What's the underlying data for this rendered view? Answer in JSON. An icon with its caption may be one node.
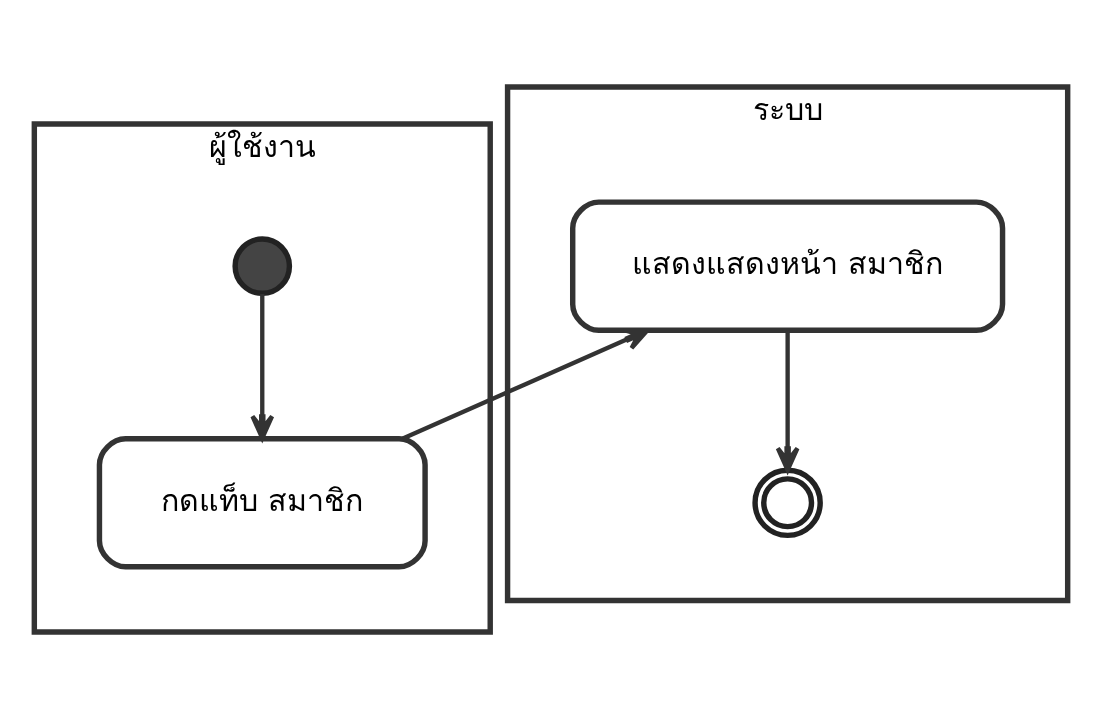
{
  "diagram": {
    "nodes": [
      {
        "text": [
          "ผู้ใช้งาน"
        ]
      },
      {
        "text": [],
        "shape": "circle",
        "in": 0
      },
      {
        "text": [
          "กดแท็บ สมาชิก"
        ],
        "in": 0
      },
      {
        "text": [
          "ระบบ"
        ]
      },
      {
        "text": [
          "แสดงแสดงหน้า สมาชิก"
        ],
        "in": 3
      },
      {
        "text": [],
        "shape": "circle",
        "in": 3
      }
    ],
    "edges": [
      {
        "from": 1,
        "to": 2,
        "arrow": "to"
      },
      {
        "from": 2,
        "to": 4,
        "arrow": "to"
      },
      {
        "from": 4,
        "to": 5,
        "arrow": "to"
      }
    ]
  }
}
